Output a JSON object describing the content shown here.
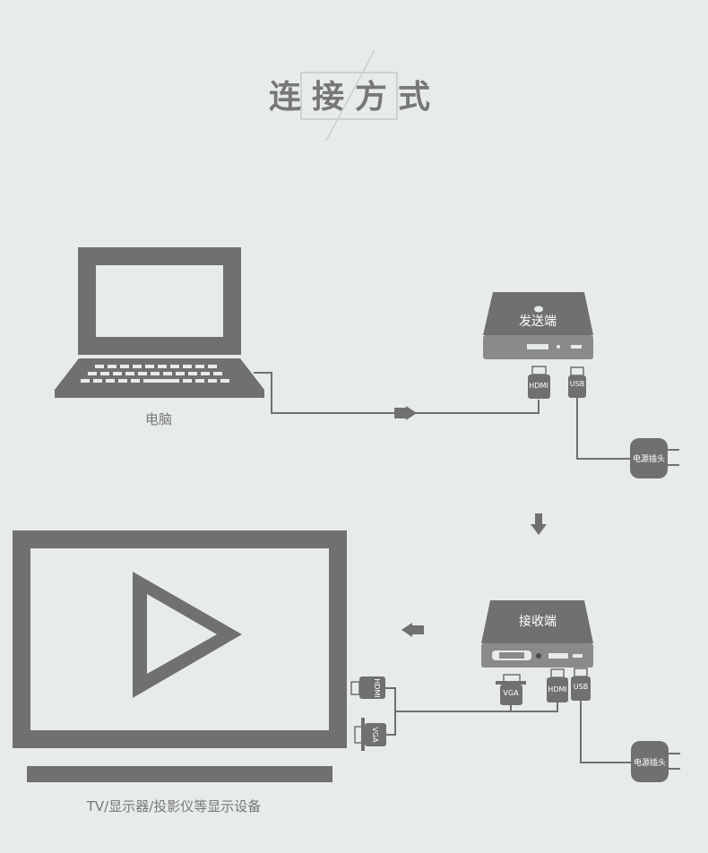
{
  "title": {
    "chars": [
      "连",
      "接",
      "方",
      "式"
    ]
  },
  "laptop": {
    "caption": "电脑"
  },
  "display": {
    "caption": "TV/显示器/投影仪等显示设备"
  },
  "sender": {
    "label": "发送端",
    "hdmi_plug": "HDMI",
    "usb_plug": "USB",
    "power_plug": "电源插头"
  },
  "receiver": {
    "label": "接收端",
    "vga_plug": "VGA",
    "hdmi_plug": "HDMI",
    "usb_plug": "USB",
    "power_plug": "电源插头"
  },
  "display_plugs": {
    "hdmi": "HDMI",
    "vga": "VGA"
  },
  "colors": {
    "background": "#e7ebeb",
    "device": "#707070",
    "device_light": "#8a8a8a",
    "line": "#707070",
    "text": "#777777"
  }
}
